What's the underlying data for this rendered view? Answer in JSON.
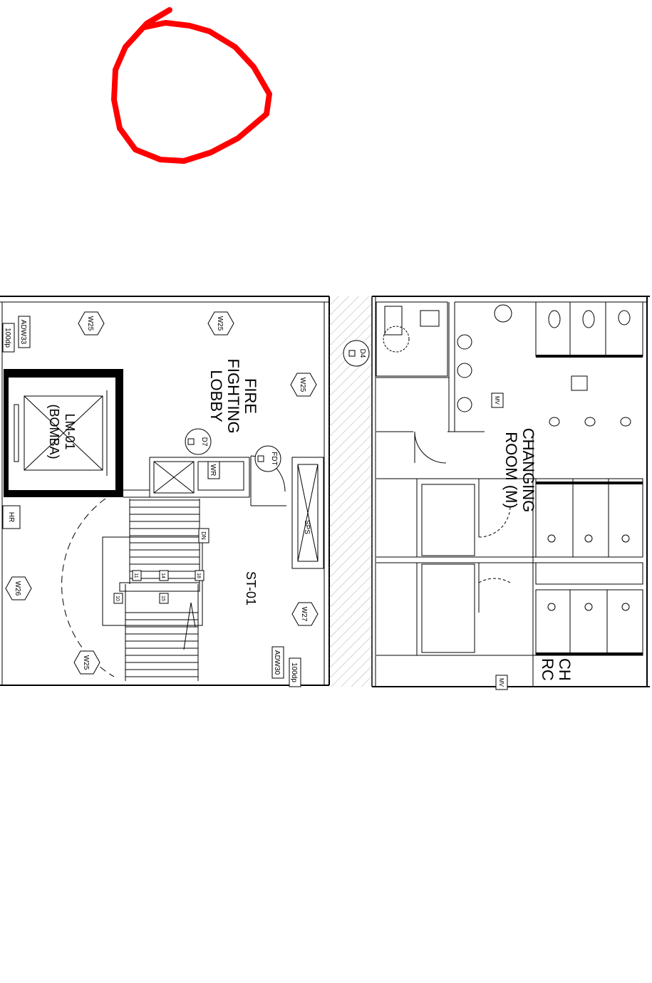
{
  "colors": {
    "annotation": "#ff0000",
    "line": "#000000",
    "hatch": "#999999",
    "background": "#ffffff"
  },
  "rooms": {
    "fire_lobby": [
      "FIRE",
      "FIGHTING",
      "LOBBY"
    ],
    "lift": [
      "LM-01",
      "(BOMBA)"
    ],
    "stair": "ST-01",
    "changing_room_m": [
      "CHANGING",
      "ROOM (M)"
    ],
    "changing_room_partial": [
      "CH",
      "RC"
    ]
  },
  "tags": {
    "w25": "W25",
    "w26": "W26",
    "w27": "W27",
    "adw33": "ADW33",
    "adw30": "ADW30",
    "dp100_top": "100dp",
    "dp100_bottom": "100dp",
    "d4": "D4",
    "d7": "D7",
    "fdt": "FDT",
    "wr": "WR",
    "hr": "HR",
    "sps": "SPS",
    "dn": "DN",
    "mv": "MV",
    "steps": [
      "10",
      "11",
      "14",
      "15",
      "18"
    ]
  }
}
